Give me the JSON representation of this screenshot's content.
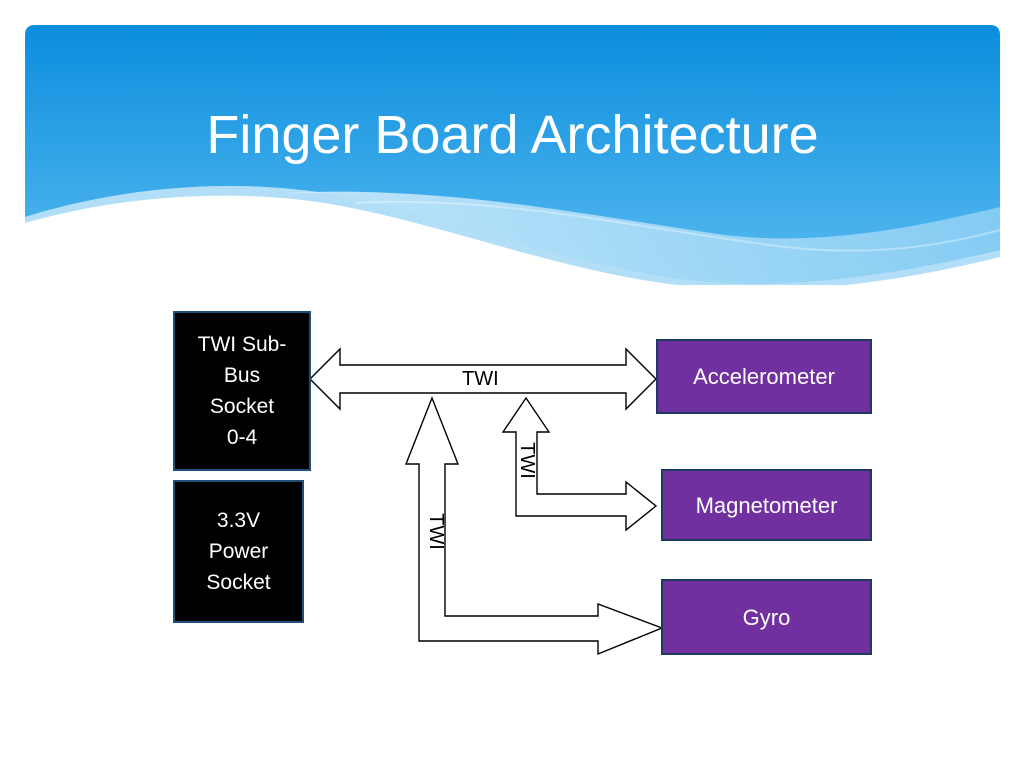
{
  "slide": {
    "title": "Finger Board Architecture",
    "colors": {
      "header_top": "#0f8fde",
      "header_bottom": "#4fb6ef",
      "wave_light": "#a9dcf6",
      "box_black": "#000000",
      "box_purple": "#7030a0"
    }
  },
  "diagram": {
    "blocks": {
      "twi_socket": "TWI Sub-\nBus\nSocket\n0-4",
      "power_socket": "3.3V\nPower\nSocket",
      "accelerometer": "Accelerometer",
      "magnetometer": "Magnetometer",
      "gyro": "Gyro"
    },
    "connections": {
      "main_bus": "TWI",
      "magnetometer_link": "TWI",
      "gyro_link": "TWI"
    }
  }
}
